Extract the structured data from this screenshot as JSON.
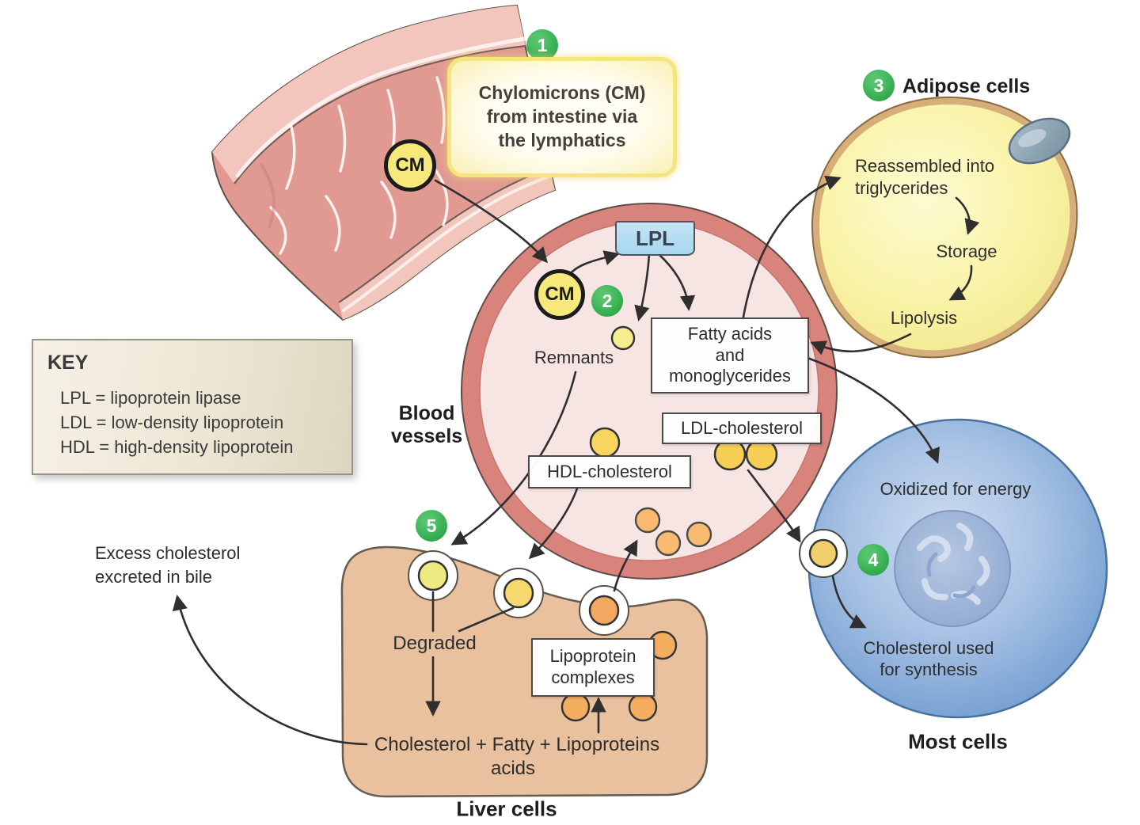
{
  "figure": {
    "steps": {
      "s1": "1",
      "s2": "2",
      "s3": "3",
      "s4": "4",
      "s5": "5"
    },
    "intestine_callout": "Chylomicrons (CM)\nfrom intestine via\nthe lymphatics",
    "cm_label": "CM",
    "vessel": {
      "lpl_label": "LPL",
      "remnants_label": "Remnants",
      "blood_vessels_label": "Blood\nvessels",
      "fatty_acids_box": "Fatty acids\nand\nmonoglycerides",
      "ldl_box": "LDL-cholesterol",
      "hdl_box": "HDL-cholesterol"
    },
    "adipose": {
      "title": "Adipose cells",
      "reassembled": "Reassembled into\ntriglycerides",
      "storage": "Storage",
      "lipolysis": "Lipolysis"
    },
    "most_cells": {
      "oxidized": "Oxidized for energy",
      "synthesis": "Cholesterol used\nfor synthesis",
      "title": "Most cells"
    },
    "liver": {
      "degraded": "Degraded",
      "lipoprotein_box": "Lipoprotein\ncomplexes",
      "cholesterol_eq": "Cholesterol + Fatty + Lipoproteins",
      "acids_label": "acids",
      "title": "Liver cells"
    },
    "excess_bile": "Excess cholesterol\nexcreted in bile",
    "key": {
      "title": "KEY",
      "entries": [
        "LPL = lipoprotein lipase",
        "LDL = low-density lipoprotein",
        "HDL = high-density lipoprotein"
      ]
    }
  },
  "colors": {
    "vessel_ring": "#d9837d",
    "vessel_lumen": "#f7e5e4",
    "adipose_fill": "#f7ef9b",
    "adipose_border": "#d6ae79",
    "liver_fill": "#e9c19e",
    "cell_blue": "#7ba3d4",
    "badge_green": "#2ea84a",
    "lpl_blue": "#a6d7f0",
    "cm_yellow": "#f6e87a",
    "dot_yellow": "#f7d55f",
    "dot_orange": "#f3a55c",
    "intestine_pink": "#e09a92"
  }
}
